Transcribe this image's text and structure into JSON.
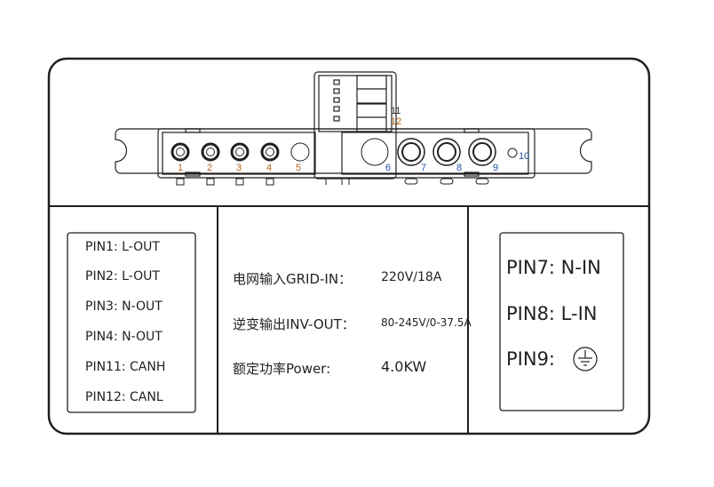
{
  "connector": {
    "pin_numbers": [
      "1",
      "2",
      "3",
      "4",
      "5",
      "6",
      "7",
      "8",
      "9",
      "10",
      "11",
      "12"
    ],
    "colors": {
      "orange_labels": "#b5651d",
      "blue_labels": "#1f4e9c",
      "outline": "#231f20"
    }
  },
  "left_panel": {
    "pins": [
      "PIN1:  L-OUT",
      "PIN2:  L-OUT",
      "PIN3: N-OUT",
      "PIN4:  N-OUT",
      "PIN11: CANH",
      "PIN12: CANL"
    ]
  },
  "middle_panel": {
    "rows": [
      {
        "label": "电网输入GRID-IN：",
        "value": "220V/18A"
      },
      {
        "label": "逆变输出INV-OUT：",
        "value": "80-245V/0-37.5A"
      },
      {
        "label": "额定功率Power:",
        "value": "4.0KW"
      }
    ]
  },
  "right_panel": {
    "pins": [
      "PIN7: N-IN",
      "PIN8: L-IN",
      "PIN9:"
    ],
    "ground_icon": "earth-ground-icon"
  }
}
